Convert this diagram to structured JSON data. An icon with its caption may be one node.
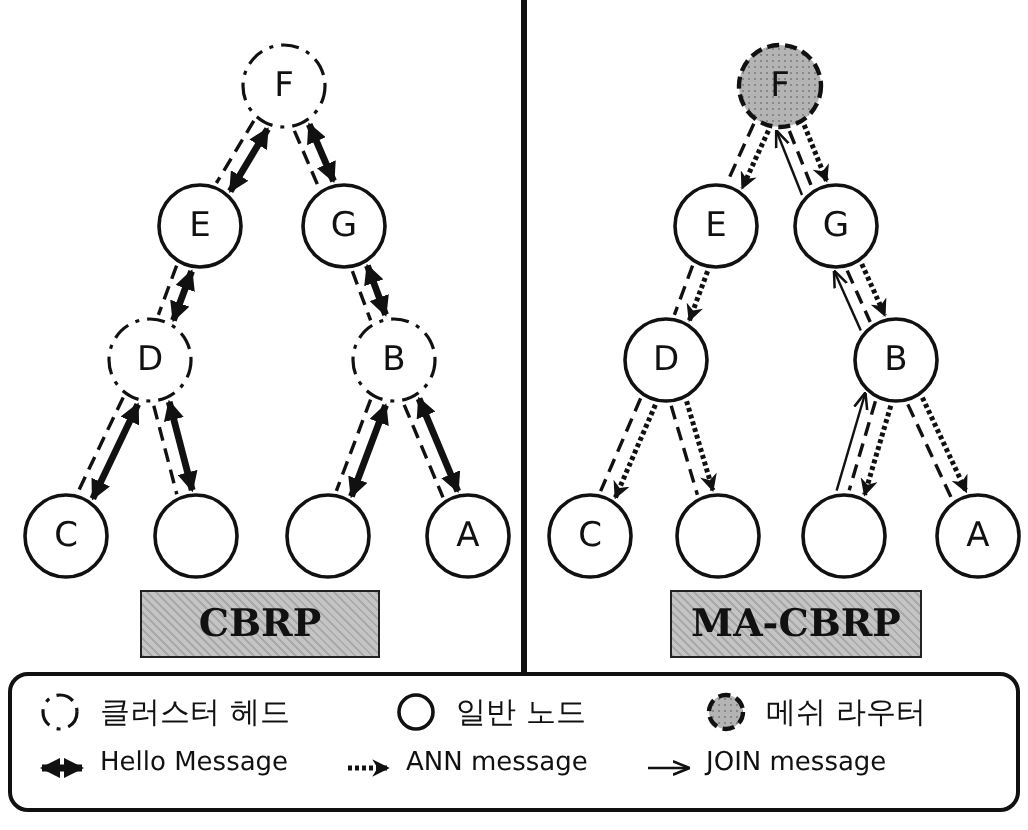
{
  "diagram": {
    "nodes": [
      {
        "text": [
          "F"
        ]
      },
      {
        "text": [
          "E"
        ]
      },
      {
        "text": [
          "G"
        ]
      },
      {
        "text": [
          "D"
        ]
      },
      {
        "text": [
          "B"
        ]
      },
      {
        "text": [
          "C"
        ]
      },
      {
        "text": [],
        "shape": "circle"
      },
      {
        "text": [],
        "shape": "circle"
      },
      {
        "text": [
          "A"
        ]
      },
      {
        "text": [
          "CBRP"
        ]
      },
      {
        "text": [
          "F"
        ]
      },
      {
        "text": [
          "E"
        ]
      },
      {
        "text": [
          "G"
        ]
      },
      {
        "text": [
          "D"
        ]
      },
      {
        "text": [
          "B"
        ]
      },
      {
        "text": [
          "C"
        ]
      },
      {
        "text": [],
        "shape": "circle"
      },
      {
        "text": [],
        "shape": "circle"
      },
      {
        "text": [
          "A"
        ]
      },
      {
        "text": [
          "MA-CBRP"
        ]
      }
    ],
    "edges": [
      {
        "from": 0,
        "to": 1,
        "arrow": "both",
        "style": "thick"
      },
      {
        "from": 0,
        "to": 1,
        "arrow": "none",
        "style": "dashed"
      },
      {
        "from": 0,
        "to": 2,
        "arrow": "both",
        "style": "thick"
      },
      {
        "from": 0,
        "to": 2,
        "arrow": "none",
        "style": "dashed"
      },
      {
        "from": 1,
        "to": 3,
        "arrow": "both",
        "style": "thick"
      },
      {
        "from": 1,
        "to": 3,
        "arrow": "none",
        "style": "dashed"
      },
      {
        "from": 2,
        "to": 4,
        "arrow": "both",
        "style": "thick"
      },
      {
        "from": 2,
        "to": 4,
        "arrow": "none",
        "style": "dashed"
      },
      {
        "from": 3,
        "to": 5,
        "arrow": "both",
        "style": "thick"
      },
      {
        "from": 3,
        "to": 5,
        "arrow": "none",
        "style": "dashed"
      },
      {
        "from": 3,
        "to": 6,
        "arrow": "both",
        "style": "thick"
      },
      {
        "from": 3,
        "to": 6,
        "arrow": "none",
        "style": "dashed"
      },
      {
        "from": 4,
        "to": 7,
        "arrow": "both",
        "style": "thick"
      },
      {
        "from": 4,
        "to": 7,
        "arrow": "none",
        "style": "dashed"
      },
      {
        "from": 4,
        "to": 8,
        "arrow": "both",
        "style": "thick"
      },
      {
        "from": 4,
        "to": 8,
        "arrow": "none",
        "style": "dashed"
      },
      {
        "from": 10,
        "to": 11,
        "arrow": "to",
        "style": "dashed"
      },
      {
        "from": 10,
        "to": 11,
        "arrow": "none",
        "style": "dashed"
      },
      {
        "from": 10,
        "to": 12,
        "arrow": "to",
        "style": "dashed"
      },
      {
        "from": 10,
        "to": 12,
        "arrow": "none",
        "style": "dashed"
      },
      {
        "from": 11,
        "to": 13,
        "arrow": "to",
        "style": "dashed"
      },
      {
        "from": 11,
        "to": 13,
        "arrow": "none",
        "style": "dashed"
      },
      {
        "from": 12,
        "to": 14,
        "arrow": "to",
        "style": "dashed"
      },
      {
        "from": 12,
        "to": 14,
        "arrow": "none",
        "style": "dashed"
      },
      {
        "from": 13,
        "to": 15,
        "arrow": "to",
        "style": "dashed"
      },
      {
        "from": 13,
        "to": 15,
        "arrow": "none",
        "style": "dashed"
      },
      {
        "from": 13,
        "to": 16,
        "arrow": "to",
        "style": "dashed"
      },
      {
        "from": 13,
        "to": 16,
        "arrow": "none",
        "style": "dashed"
      },
      {
        "from": 14,
        "to": 17,
        "arrow": "to",
        "style": "dashed"
      },
      {
        "from": 14,
        "to": 17,
        "arrow": "none",
        "style": "dashed"
      },
      {
        "from": 14,
        "to": 18,
        "arrow": "to",
        "style": "dashed"
      },
      {
        "from": 14,
        "to": 18,
        "arrow": "none",
        "style": "dashed"
      },
      {
        "from": 12,
        "to": 10,
        "arrow": "to"
      },
      {
        "from": 14,
        "to": 12,
        "arrow": "to"
      },
      {
        "from": 17,
        "to": 14,
        "arrow": "to"
      }
    ],
    "legend": [
      {
        "text": "클러스터 헤드"
      },
      {
        "text": "일반 노드"
      },
      {
        "text": "메쉬 라우터"
      },
      {
        "text": "Hello Message"
      },
      {
        "text": "ANN message"
      },
      {
        "text": "JOIN message"
      }
    ]
  }
}
